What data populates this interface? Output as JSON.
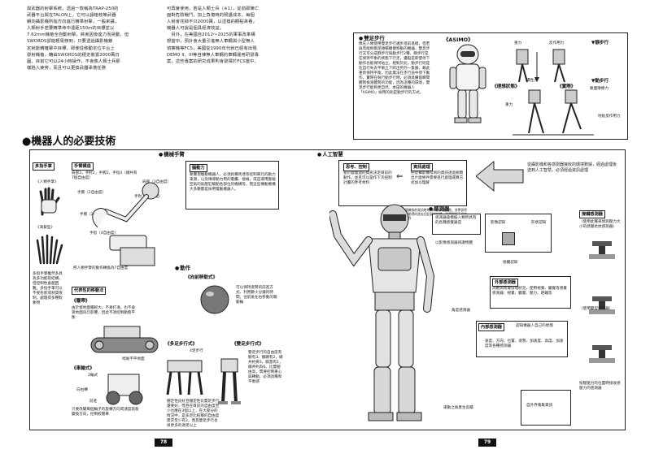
{
  "intro_left": [
    "與武器的射擊系統，透過一款稱為TRAP-250的",
    "武器平台與在TALON上，它可以讓槍枝等武器",
    "朝向攝影機所指方向進行精準射擊，一般來講，",
    "人類射手若要精準命中遠距150m的目標並以",
    "7.62mm機槍全自動射擊，將會因後座力而晃動，但",
    "SWORDS卻能輕易辦到，只要透過攝影機鎖",
    "定就能精確擊中目標，即使從移動定位平台上",
    "發射機槍，藉由SWORDS的穩定裝置2000萬日",
    "圓，目前它可以24小時操作，不會像人類士兵那",
    "樣陷入疲勞，而且可以更換武器承擔任務"
  ],
  "intro_mid": [
    "可再度使用，若是人類士兵（※1），從前即陣亡",
    "面對危險戰鬥，加上負傷時的照護成本，每個",
    "人就會花掉不只2000萬，以這樣的觀點來看，",
    "機器人可說是個具經濟效益。",
    "　另外，在美國自2012～2025的軍事改革構",
    "想當中，預計會大量引進無人車輛與小型無人",
    "偵察機等FCS，美國從1990年代就已經有出現",
    "DEMO II、III等自律無人車輛的車輛運用研發專",
    "案，這些專案的研究成果則會發揮於FCS當中。"
  ],
  "biped": {
    "title": "雙足步行",
    "asimo": "《ASIMO》",
    "body": "像在人類使用雙足步行邁步進前進樣，但若與有能夠兩足順暢穩健移動的機器，雙足步行又可分成靜步行與動步行2種，靜步行是在保持平衡的狀態下行走，優點是即使停下動作也能保持站立，相對於此，動步行則是在自行失去平衡之下跨出另外一隻腳，藉此重新保持平衡，因此無法在步行途中停下動作，實際在執行動步行時，必須具備能瞬間體勢檢測體勢的功能，因為這種的環境，雙足步行能夠更自然，本田的機器人「ASIMO」採用的則是動步行的方式。",
    "static": "靜步行",
    "dynamic": "動步行",
    "ideal": "《理想狀態》",
    "real": "《實際》",
    "gravity": "重力",
    "inertia": "慣性力",
    "zmp": "路面摩擦力",
    "floor_reaction": "地板反作用力",
    "fall": "重力",
    "reaction": "反作用力"
  },
  "section_title": "機器人的必要技術",
  "left_col": {
    "multi_finger": "多指手掌",
    "human_hand": "《人類手掌》",
    "sea_anemone": "《海葵型》",
    "multi_desc": "多指手掌雖然多具高多功能就結構，但控制性會越困難，多指手掌可以不受形狀或材質限制，處理得多種對象物"
  },
  "arm": {
    "section": "機械手臂",
    "title": "手臂構造",
    "joints": "肩部3，手肘2，手腕2，手指4（總共有7個自由度）",
    "joint_labels": [
      "手腕（2自由度）",
      "肩膀（3自由度）",
      "手肘（1自由度）",
      "手腕（2自由度）",
      "手指（4自由度）"
    ],
    "note": "把人類手臂的動作轉換為7自由度",
    "brain": "腦動力",
    "brain_desc": "要實現驅動機器人，必須具備馬達等控制單元的動力來源，以及傳導動力用的電纜、接線，或是運用壓縮空氣的氣壓缸驅動各部位的機構等，而這些傳動機構大多數都是採用電動機器人。"
  },
  "ai": {
    "section": "人工智慧",
    "think": "思考、控制",
    "think_desc": "基於處理過的資訊決定目前的動作，並且可以當作下次控制計畫的參考材料",
    "info": "資訊處理",
    "info_desc": "把從攝影機得到的資訊透過規劃出什麼條件需要進行處理運算方式加以理解",
    "note": "隨機指的資訊時所得的結果通透過，並學習得到能得的過去回記錄於結論，並運用於下次的動作",
    "right": "從攝影機和各感測器接收的環境數據，經過處理後送到人工智慧，必須經過資訊處理"
  },
  "sensor": {
    "section": "感測器",
    "desc": "感測器會模擬人類所具有的各種感覺器官",
    "camera": "以影像感測器辨識物體",
    "recognize": "影像認知",
    "shape": "形狀認知",
    "contact": "接觸認知",
    "external": "外部感測器",
    "external_desc": "為觀測周遭環境狀況，使用視覺、觸覺等感覺感測器：視覺、觸覺、壓力、距離等",
    "internal": "內部感測器",
    "internal_desc": "認知機器人自己的狀態",
    "internal_detail": "速度、方向、位置、姿勢、加速度、高度、加速度等各種感測器",
    "angle": "角度感測器",
    "motion_sensor": "運動之後產生反饋",
    "world": "自外界蒐集資訊"
  },
  "pressure": {
    "title": "接觸感測器",
    "desc": "（使用此種來偵測壓力大小的感覺抗抗感測器）",
    "strain": "（使用變型感測器）",
    "note": "按壓壓力的位置時接收感壓力的感測器"
  },
  "motion": {
    "section": "動作",
    "forward": "《向前移動式》",
    "forward_desc": "可以保持姿勢的前進方式，利用數十分鐘的時間，往前後左右移動的驅動輪",
    "ways": "代表性的移動法",
    "crawler": "《履帶》",
    "crawler_desc": "由於接地面積較大、不易打滑，也不會受地面凹凸影響，因此不須控制動態平衡",
    "wheel": "《車輪式》",
    "wheel_count": "2輪式",
    "wheel_desc": "只要改變兩個輪子的旋轉方向或速度就能變換方向，控制較簡單",
    "forward_arrow": "前進",
    "right": "向右轉",
    "rough": "崎嶇不平地面",
    "multi": "《多足步行式》",
    "multi_legs": "4足步行",
    "multi_desc": "穩定性良好且穩定性比雙足步行還要好，而且在目前的自由度至少也應在3個以上，在大部分的情況中，是多足比較穩的自由度需求至少有2，而且雙足步行也很更多的適足以上",
    "bipedal": "《雙足步行式》",
    "bipedal_desc": "雙足步行的自由度有腳有3、腳踝有2，總共約要3，膝蓋有1，總共約為6。比雙腳由高，需要控制重心與轉動，必須具備和平衡感"
  },
  "page_left": "78",
  "page_right": "79"
}
